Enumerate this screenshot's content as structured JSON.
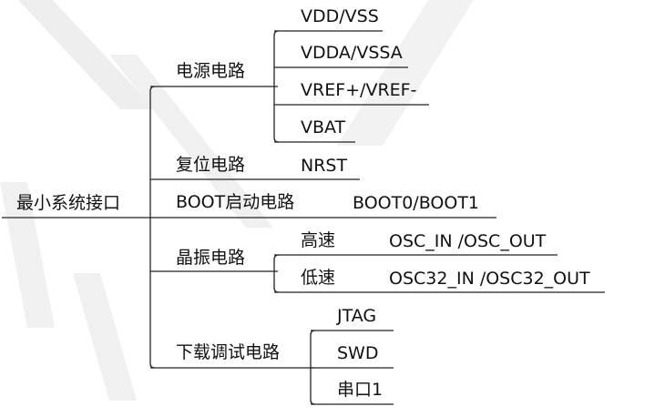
{
  "root": {
    "label": "最小系统接口"
  },
  "branches": {
    "power": {
      "label": "电源电路",
      "children": [
        "VDD/VSS",
        "VDDA/VSSA",
        "VREF+/VREF-",
        "VBAT"
      ]
    },
    "reset": {
      "label": "复位电路",
      "children": [
        "NRST"
      ]
    },
    "boot": {
      "label": "BOOT启动电路",
      "children": [
        "BOOT0/BOOT1"
      ]
    },
    "osc": {
      "label": "晶振电路",
      "children": [
        {
          "label": "高速",
          "value": "OSC_IN /OSC_OUT"
        },
        {
          "label": "低速",
          "value": "OSC32_IN /OSC32_OUT"
        }
      ]
    },
    "debug": {
      "label": "下载调试电路",
      "children": [
        "JTAG",
        "SWD",
        "串口1"
      ]
    }
  },
  "colors": {
    "line": "#222222",
    "watermark": "#eeeeee"
  }
}
